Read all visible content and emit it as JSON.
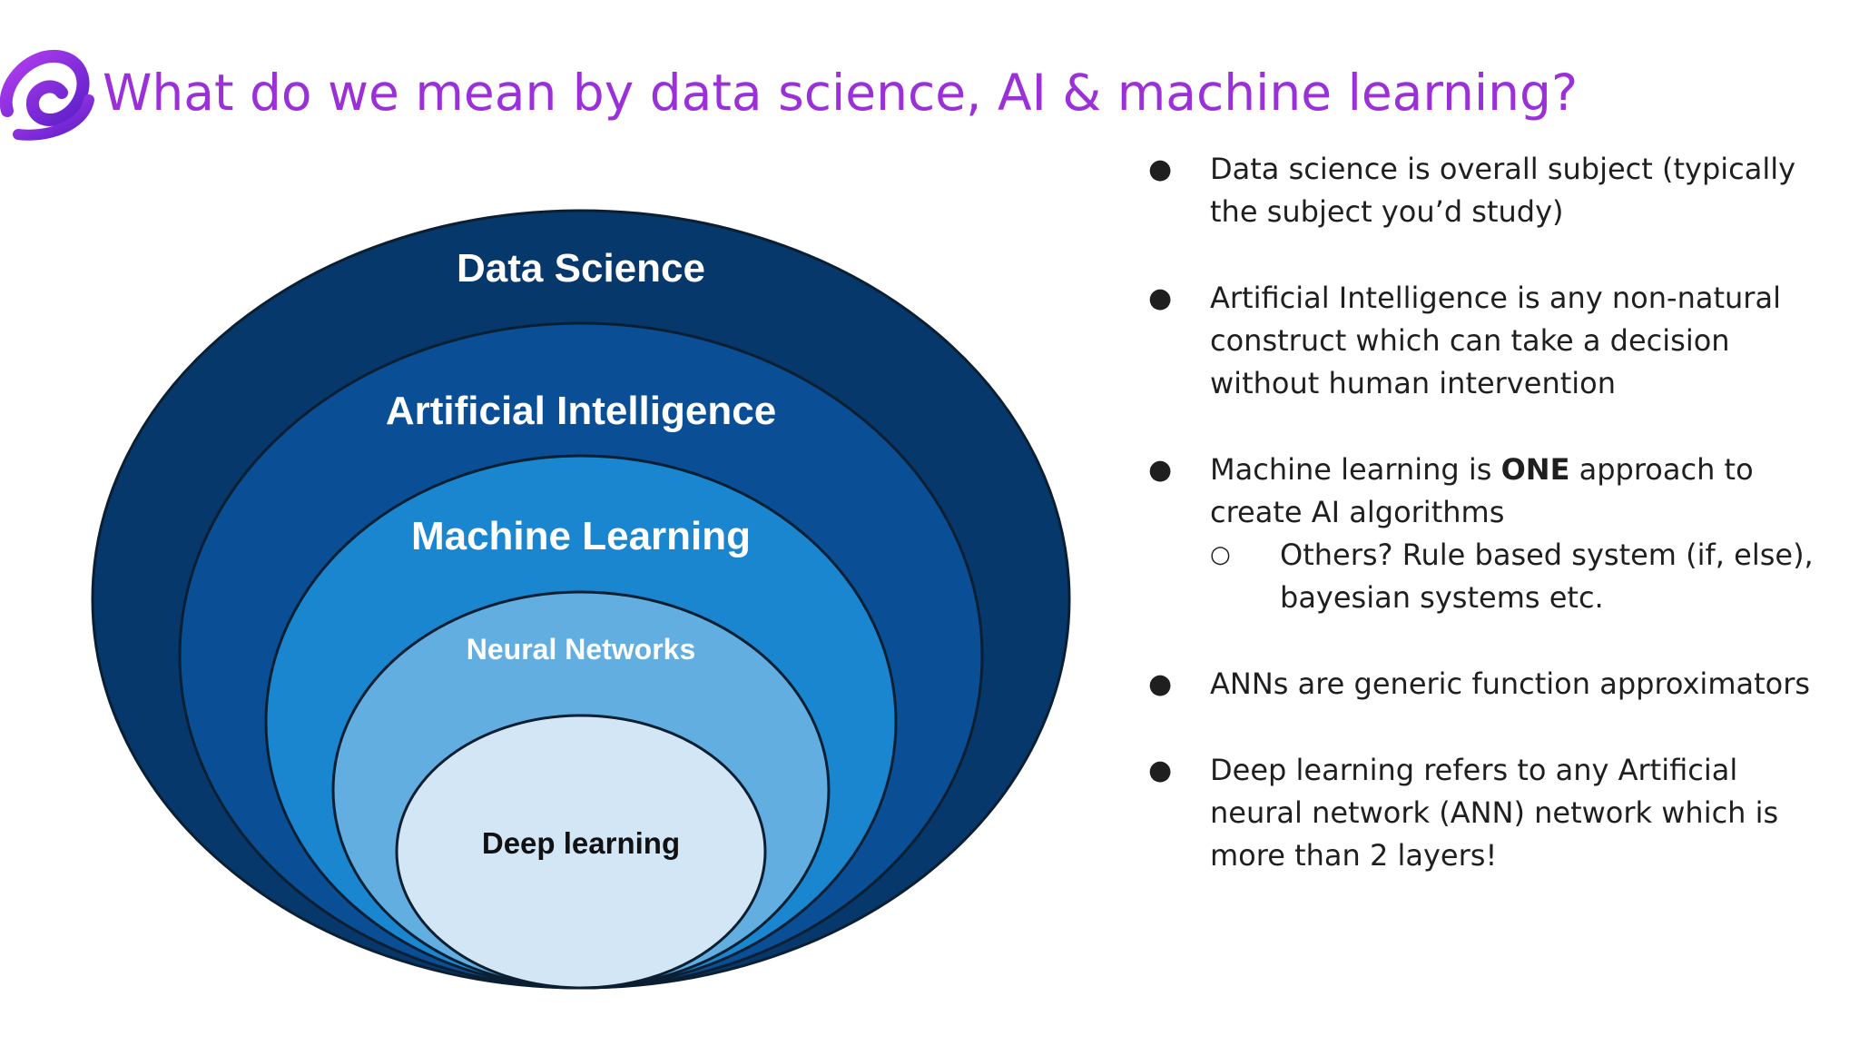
{
  "slide": {
    "title": "What do we mean by data science, AI & machine learning?",
    "brand_color": "#9b30d9",
    "logo_icon": "swirl-logo-icon"
  },
  "diagram": {
    "layers": [
      {
        "label": "Data Science",
        "color": "#07386b"
      },
      {
        "label": "Artificial Intelligence",
        "color": "#0a4f96"
      },
      {
        "label": "Machine Learning",
        "color": "#1a86cf"
      },
      {
        "label": "Neural Networks",
        "color": "#63aee0"
      },
      {
        "label": "Deep learning",
        "color": "#d3e6f6"
      }
    ]
  },
  "bullets": {
    "b1": {
      "text": "Data science is overall subject (typically the subject you’d study)"
    },
    "b2": {
      "text": "Artificial Intelligence is any non-natural construct which can take a decision without human intervention"
    },
    "b3": {
      "pre": "Machine learning is ",
      "bold": "ONE",
      "post": " approach to create AI algorithms",
      "sub": "Others? Rule based system (if, else), bayesian systems etc."
    },
    "b4": {
      "text": "ANNs are generic function approximators"
    },
    "b5": {
      "text": "Deep learning refers to any Artificial neural network (ANN) network which is more than 2 layers!"
    },
    "bullet_glyph": "●",
    "sub_bullet_glyph": "○"
  }
}
